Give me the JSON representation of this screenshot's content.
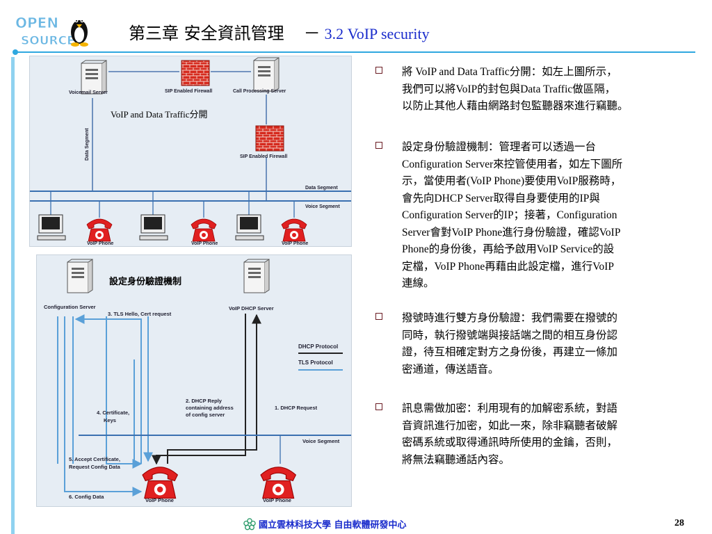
{
  "header": {
    "logo_text_1": "OPEN",
    "logo_text_2": "SOURCE",
    "chapter": "第三章 安全資訊管理",
    "dash": "－",
    "subtitle": "3.2 VoIP security"
  },
  "figure1": {
    "label": "VoIP and Data Traffic分開",
    "voicemail_server": "Voicemail Server",
    "sip_firewall_top": "SIP Enabled Firewall",
    "call_processing_server": "Call Processing Server",
    "sip_firewall_mid": "SIP Enabled Firewall",
    "data_segment_vertical": "Data Segment",
    "data_segment": "Data Segment",
    "voice_segment": "Voice Segment",
    "voip_phone_1": "VoIP Phone",
    "voip_phone_2": "VoIP Phone",
    "voip_phone_3": "VoIP Phone"
  },
  "figure2": {
    "label": "設定身份驗證機制",
    "configuration_server": "Configuration Server",
    "voip_dhcp_server": "VoIP DHCP Server",
    "step3": "3. TLS Hello, Cert request",
    "legend_dhcp": "DHCP Protocol",
    "legend_tls": "TLS Protocol",
    "step2_line1": "2. DHCP Reply",
    "step2_line2": "containing address",
    "step2_line3": "of config server",
    "step1": "1. DHCP Request",
    "step4_line1": "4. Certificate,",
    "step4_line2": "Keys",
    "voice_segment": "Voice Segment",
    "step5_line1": "5. Accept Certificate,",
    "step5_line2": "Request Config Data",
    "step6": "6. Config Data",
    "voip_phone_1": "VoIP Phone",
    "voip_phone_2": "VoIP Phone"
  },
  "bullets": [
    [
      "將 VoIP and Data Traffic分開：如左上圖所示，",
      "我們可以將VoIP的封包與Data Traffic做區隔，",
      "以防止其他人藉由網路封包監聽器來進行竊聽。"
    ],
    [
      "設定身份驗證機制：管理者可以透過一台",
      "Configuration Server來控管使用者，如左下圖所",
      "示，當使用者(VoIP Phone)要使用VoIP服務時，",
      "會先向DHCP Server取得自身要使用的IP與",
      "Configuration Server的IP；接著，Configuration",
      "Server會對VoIP Phone進行身份驗證，確認VoIP",
      "Phone的身份後，再給予啟用VoIP Service的設",
      "定檔，VoIP Phone再藉由此設定檔，進行VoIP",
      "連線。"
    ],
    [
      "撥號時進行雙方身份驗證：我們需要在撥號的",
      "同時，執行撥號端與接話端之間的相互身份認",
      "證，待互相確定對方之身份後，再建立一條加",
      "密通道，傳送語音。"
    ],
    [
      "訊息需做加密：利用現有的加解密系統，對語",
      "音資訊進行加密，如此一來，除非竊聽者破解",
      "密碼系統或取得通訊時所使用的金鑰，否則，",
      "將無法竊聽通話內容。"
    ]
  ],
  "footer": {
    "university": "國立雲林科技大學 自由軟體研發中心",
    "page": "28"
  },
  "colors": {
    "title_blue": "#1a2ccc",
    "rule_blue": "#2fa8e0",
    "phone_red": "#e02020",
    "dhcp_line": "#222222",
    "tls_line": "#5aa0d8"
  }
}
